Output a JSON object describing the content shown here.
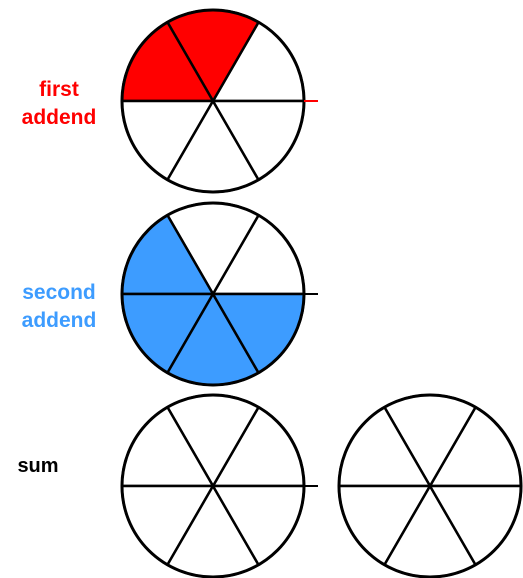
{
  "labels": {
    "first_line1": "first",
    "first_line2": "addend",
    "second_line1": "second",
    "second_line2": "addend",
    "sum": "sum"
  },
  "colors": {
    "first": "#ff0000",
    "second": "#3d9cff",
    "text": "#000000",
    "stroke": "#000000",
    "empty": "#ffffff"
  },
  "circles": [
    {
      "id": "first-addend",
      "divisions": 6,
      "shaded": [
        1,
        2
      ],
      "color": "first"
    },
    {
      "id": "second-addend",
      "divisions": 6,
      "shaded": [
        2,
        3,
        4,
        5
      ],
      "color": "second"
    },
    {
      "id": "sum-1",
      "divisions": 6,
      "shaded": [],
      "color": "empty"
    },
    {
      "id": "sum-2",
      "divisions": 6,
      "shaded": [],
      "color": "empty"
    }
  ]
}
